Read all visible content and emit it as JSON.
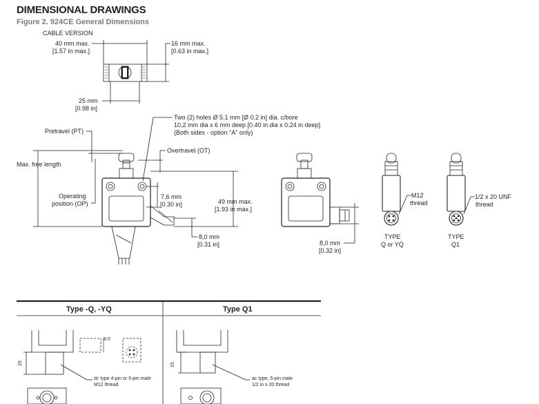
{
  "heading": "DIMENSIONAL DRAWINGS",
  "figure_title": "Figure 2. 924CE General Dimensions",
  "top_view": {
    "label": "CABLE VERSION",
    "width_mm": "40 mm max.",
    "width_in": "[1.57 in max.]",
    "depth_mm": "16 mm max.",
    "depth_in": "[0.63 in max.]",
    "hole_mm": "25 mm",
    "hole_in": "[0.98 in]"
  },
  "front_view": {
    "pretravel": "Pretravel (PT)",
    "max_free_length": "Max. free length",
    "operating_l1": "Operating",
    "operating_l2": "position (OP)",
    "overtravel": "Overtravel (OT)",
    "holes_l1": "Two (2) holes Ø 5.1 mm [Ø 0.2 in] dia. c/bore",
    "holes_l2": "10,2 mm dia x 6 mm deep [0.40 in dia x 0.24 in deep]",
    "holes_l3": "(Both sides - option \"A\" only)",
    "dim_76_mm": "7,6 mm",
    "dim_76_in": "[0.30 in]",
    "dim_49_mm": "49 mm max.",
    "dim_49_in": "[1.93 in max.]",
    "dim_80_mm": "8,0 mm",
    "dim_80_in": "[0.31 in]"
  },
  "connector_view": {
    "dim_mm": "8,0 mm",
    "dim_in": "[0.32 in]"
  },
  "type_q": {
    "thread_l1": "M12",
    "thread_l2": "thread",
    "type_l1": "TYPE",
    "type_l2": "Q or YQ"
  },
  "type_q1": {
    "thread_l1": "1/2 x 20 UNF",
    "thread_l2": "thread",
    "type_l1": "TYPE",
    "type_l2": "Q1"
  },
  "table": {
    "col1_header": "Type -Q, -YQ",
    "col2_header": "Type Q1",
    "col1_dim_small": "8.0",
    "col1_dim_15": "15",
    "col1_note_l1": "dc type 4-pin or 5-pin male",
    "col1_note_l2": "M12 thread",
    "col2_dim_15": "15",
    "col2_note_l1": "ac type, 5-pin male",
    "col2_note_l2": "1/2 in x 20 thread"
  }
}
